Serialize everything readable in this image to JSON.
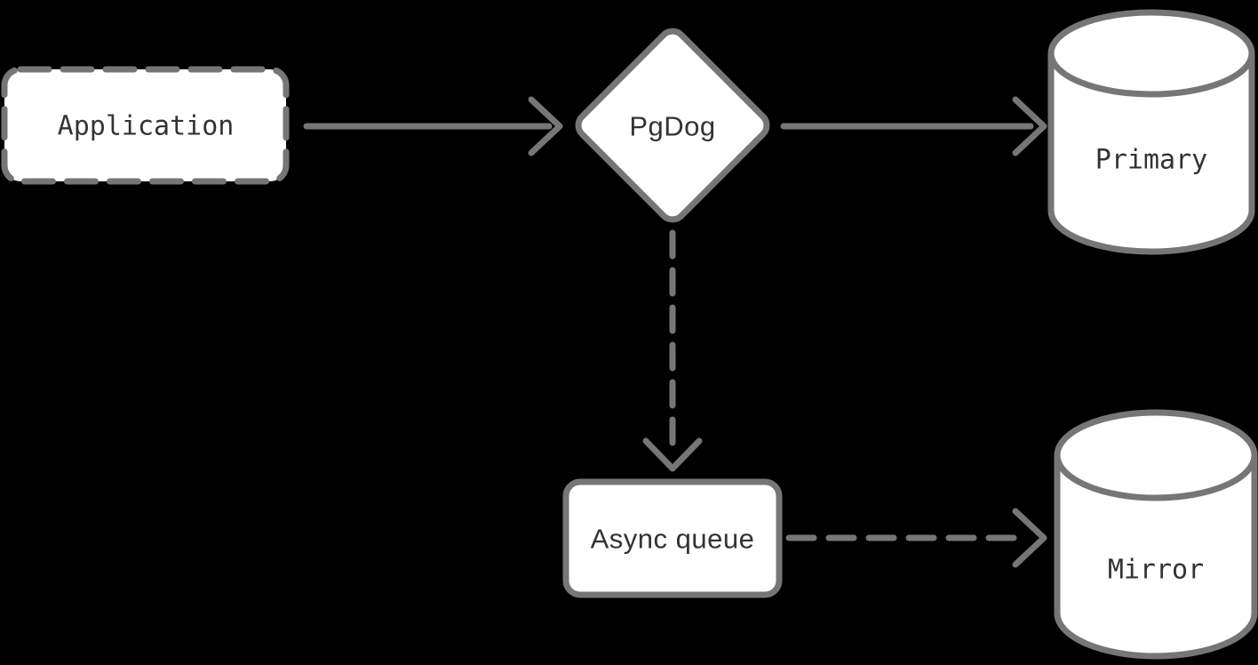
{
  "diagram": {
    "type": "flowchart",
    "background_color": "#000000",
    "shape_fill_color": "#ffffff",
    "stroke_color": "#767676",
    "label_color": "#333333",
    "nodes": {
      "application": {
        "label": "Application",
        "shape": "rectangle",
        "border_style": "dashed"
      },
      "pgdog": {
        "label": "PgDog",
        "shape": "diamond",
        "border_style": "solid"
      },
      "primary": {
        "label": "Primary",
        "shape": "database-cylinder",
        "border_style": "solid"
      },
      "async_queue": {
        "label": "Async queue",
        "shape": "rectangle",
        "border_style": "solid"
      },
      "mirror": {
        "label": "Mirror",
        "shape": "database-cylinder",
        "border_style": "solid"
      }
    },
    "edges": [
      {
        "from": "application",
        "to": "pgdog",
        "line_style": "solid"
      },
      {
        "from": "pgdog",
        "to": "primary",
        "line_style": "solid"
      },
      {
        "from": "pgdog",
        "to": "async_queue",
        "line_style": "dashed"
      },
      {
        "from": "async_queue",
        "to": "mirror",
        "line_style": "dashed"
      }
    ]
  }
}
